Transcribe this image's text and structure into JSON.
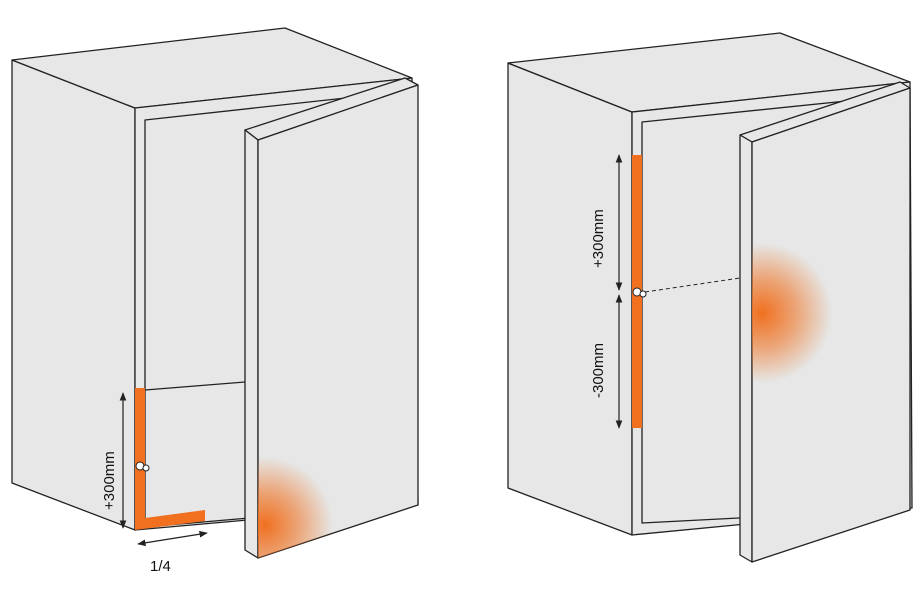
{
  "colors": {
    "accent": "#f07020",
    "panel": "#e6e7e6"
  },
  "left": {
    "height_label": "+300mm",
    "width_label": "1/4"
  },
  "right": {
    "upper_label": "+300mm",
    "lower_label": "-300mm"
  }
}
